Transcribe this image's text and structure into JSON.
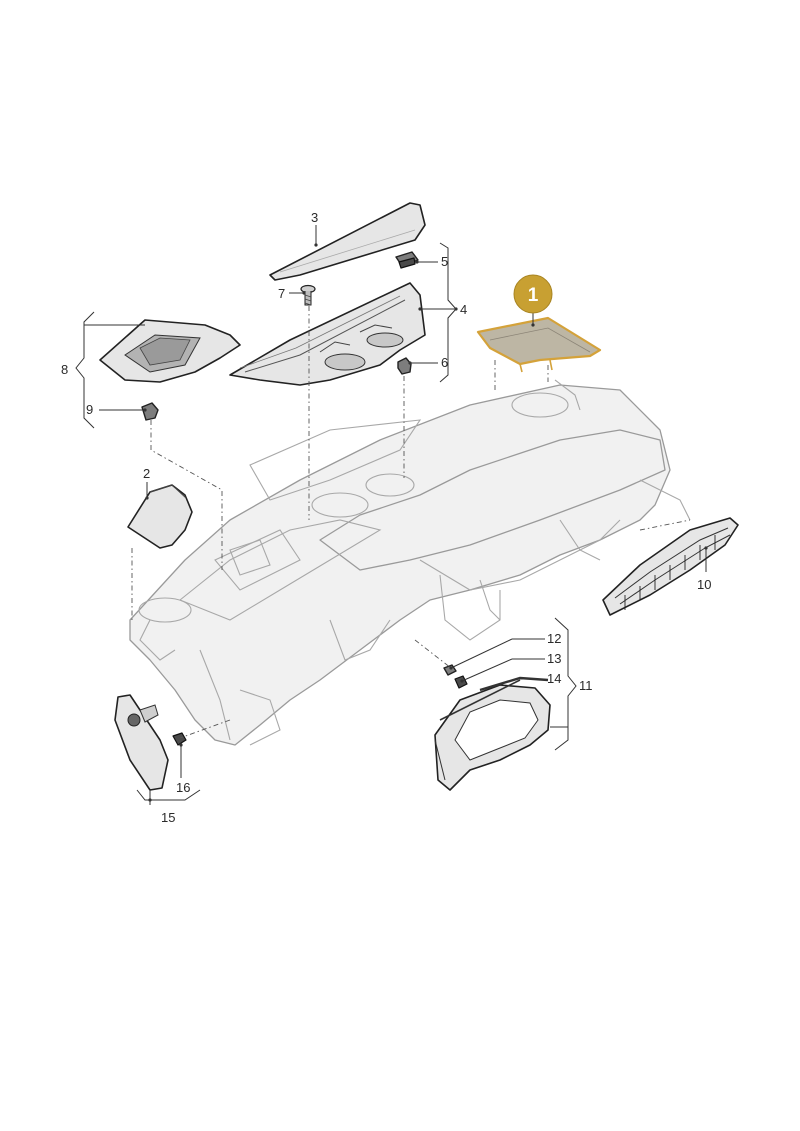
{
  "callouts": {
    "n1": "1",
    "n2": "2",
    "n3": "3",
    "n4": "4",
    "n5": "5",
    "n6": "6",
    "n7": "7",
    "n8": "8",
    "n9": "9",
    "n10": "10",
    "n11": "11",
    "n12": "12",
    "n13": "13",
    "n14": "14",
    "n15": "15",
    "n16": "16"
  },
  "colors": {
    "highlight_badge": "#c8a032",
    "highlight_outline": "#d4a23a"
  }
}
